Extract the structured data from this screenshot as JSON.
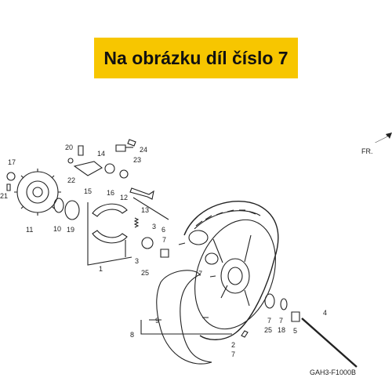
{
  "banner": {
    "text": "Na obrázku díl číslo 7",
    "color": "#f7c600"
  },
  "diagram": {
    "code": "GAH3-F1000B",
    "direction": "FR.",
    "callouts": [
      "1",
      "2",
      "3",
      "3",
      "4",
      "5",
      "6",
      "7",
      "7",
      "7",
      "7",
      "7",
      "8",
      "9",
      "10",
      "11",
      "12",
      "13",
      "14",
      "15",
      "16",
      "17",
      "18",
      "19",
      "20",
      "21",
      "22",
      "23",
      "24",
      "25",
      "25"
    ]
  }
}
